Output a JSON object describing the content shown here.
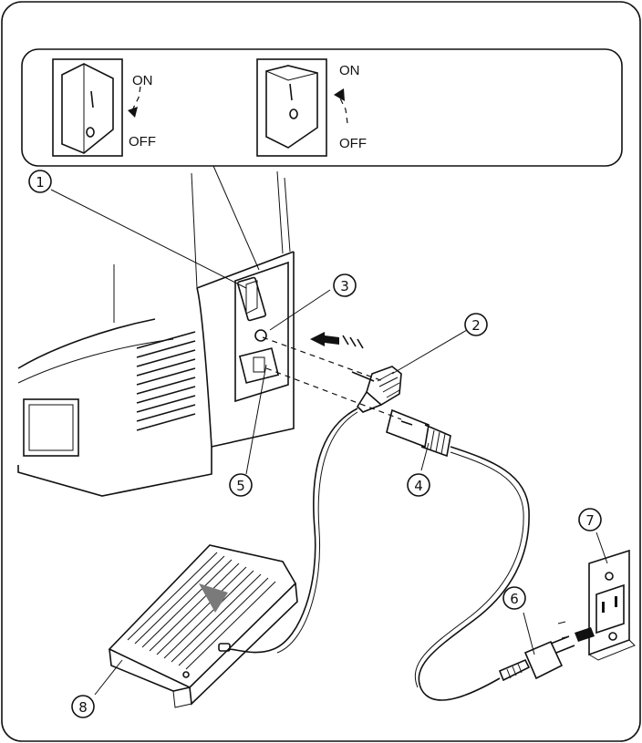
{
  "switch_inset": {
    "left": {
      "on_label": "ON",
      "off_label": "OFF"
    },
    "right": {
      "on_label": "ON",
      "off_label": "OFF"
    }
  },
  "callouts": [
    {
      "id": "1",
      "glyph": "1"
    },
    {
      "id": "2",
      "glyph": "2"
    },
    {
      "id": "3",
      "glyph": "3"
    },
    {
      "id": "4",
      "glyph": "4"
    },
    {
      "id": "5",
      "glyph": "5"
    },
    {
      "id": "6",
      "glyph": "6"
    },
    {
      "id": "7",
      "glyph": "7"
    },
    {
      "id": "8",
      "glyph": "8"
    }
  ]
}
